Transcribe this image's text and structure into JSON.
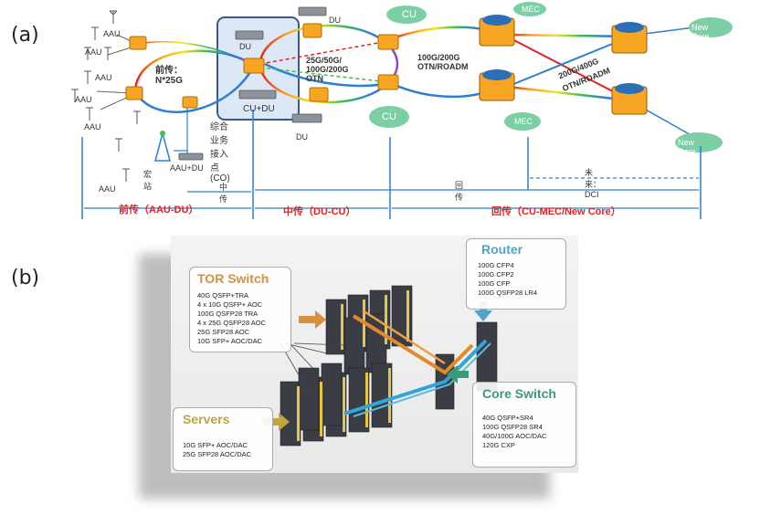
{
  "panel_a": {
    "label": "(a)",
    "aau": "AAU",
    "aau_du": "AAU+DU",
    "macro_site": "宏站",
    "fronthaul_ring": "前传：N*25G",
    "co_top": "DU",
    "co_bottom": "CU+DU",
    "co_caption": "综合业务接入点(CO)",
    "du": "DU",
    "midhaul_rates": [
      "25G/50G/",
      "100G/200G",
      "OTN"
    ],
    "cu": "CU",
    "mec": "MEC",
    "new_core": "New Core",
    "backhaul_rates": [
      "100G/200G",
      "OTN/ROADM"
    ],
    "core_rates": [
      "200G/400G",
      "OTN/ROADM"
    ],
    "future_dci": "未来：DCI",
    "midhaul_label": "中传",
    "backhaul_label": "回传",
    "section_fronthaul": "前传（AAU-DU）",
    "section_midhaul": "中传（DU-CU）",
    "section_backhaul": "回传（CU-MEC/New Core）"
  },
  "panel_b": {
    "label": "(b)",
    "tor": {
      "title": "TOR Switch",
      "items": [
        "40G QSFP+TRA",
        "4 x 10G QSFP+ AOC",
        "100G QSFP28 TRA",
        "4 x 25G QSFP28 AOC",
        "25G SFP28 AOC",
        "10G SFP+ AOC/DAC"
      ]
    },
    "router": {
      "title": "Router",
      "items": [
        "100G CFP4",
        "100G CFP2",
        "100G CFP",
        "100G QSFP28 LR4"
      ]
    },
    "servers": {
      "title": "Servers",
      "items": [
        "10G SFP+ AOC/DAC",
        "25G SFP28 AOC/DAC"
      ]
    },
    "core": {
      "title": "Core Switch",
      "items": [
        "40G QSFP+SR4",
        "100G QSFP28 SR4",
        "40G/100G AOC/DAC",
        "120G CXP"
      ]
    }
  },
  "colors": {
    "red_label": "#e8201e",
    "blue_line": "#2d7fd4",
    "router_orange": "#f6a623",
    "cloud_green": "#7ccfa4",
    "router_title": "#4fa3c9",
    "core_title": "#3a9a7a",
    "servers_title": "#c3a63a",
    "tor_title": "#d8903c"
  }
}
